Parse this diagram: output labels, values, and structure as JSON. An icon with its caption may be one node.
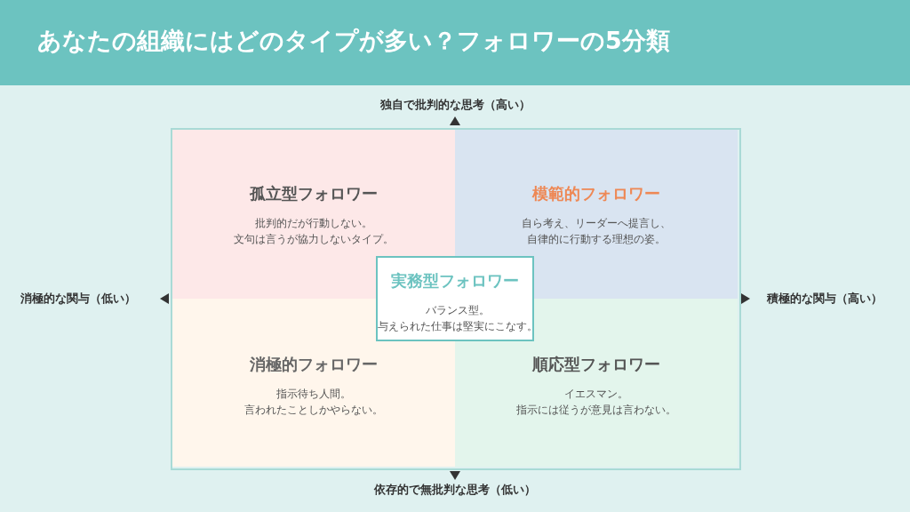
{
  "diagram": {
    "title": "あなたの組織にはどのタイプが多い？フォロワーの5分類",
    "nodes": [
      {
        "text": [
          "孤立型フォロワー",
          "批判的だが行動しない。文句は言うが協力しないタイプ。"
        ]
      },
      {
        "text": [
          "模範的フォロワー",
          "自ら考え、リーダーへ提言し、自律的に行動する理想の姿。"
        ]
      },
      {
        "text": [
          "消極的フォロワー",
          "指示待ち人間。言われたことしかやらない。"
        ]
      },
      {
        "text": [
          "順応型フォロワー",
          "イエスマン。指示には従うが意見は言わない。"
        ]
      },
      {
        "text": [
          "実務型フォロワー",
          "バランス型。与えられた仕事は堅実にこなす。"
        ]
      }
    ],
    "labels": [
      "独自で批判的な思考（高い）",
      "消極的な関与（低い）",
      "積極的な関与（高い）",
      "依存的で無批判な思考（低い）"
    ]
  }
}
